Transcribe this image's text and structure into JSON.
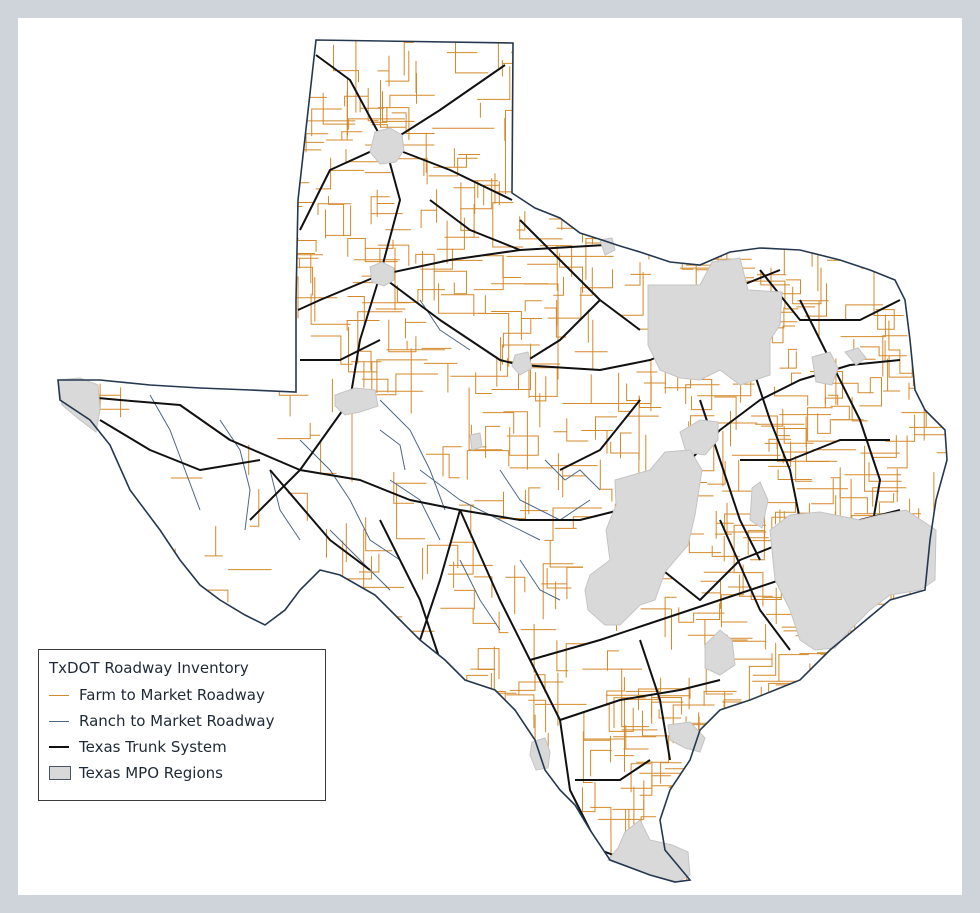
{
  "legend": {
    "title": "TxDOT Roadway Inventory",
    "items": [
      {
        "label": "Farm to Market Roadway",
        "kind": "line",
        "color": "#d4892a",
        "width": 1
      },
      {
        "label": "Ranch to Market Roadway",
        "kind": "line",
        "color": "#4e6784",
        "width": 1
      },
      {
        "label": "Texas Trunk System",
        "kind": "line",
        "color": "#111111",
        "width": 2
      },
      {
        "label": "Texas MPO Regions",
        "kind": "box",
        "color": "#d9d9d9"
      }
    ]
  },
  "colors": {
    "farm_to_market": "#d4892a",
    "ranch_to_market": "#4e6784",
    "trunk": "#111111",
    "mpo_fill": "#d9d9d9",
    "outline": "#26384f",
    "frame_background": "#cfd4da",
    "map_background": "#ffffff"
  }
}
